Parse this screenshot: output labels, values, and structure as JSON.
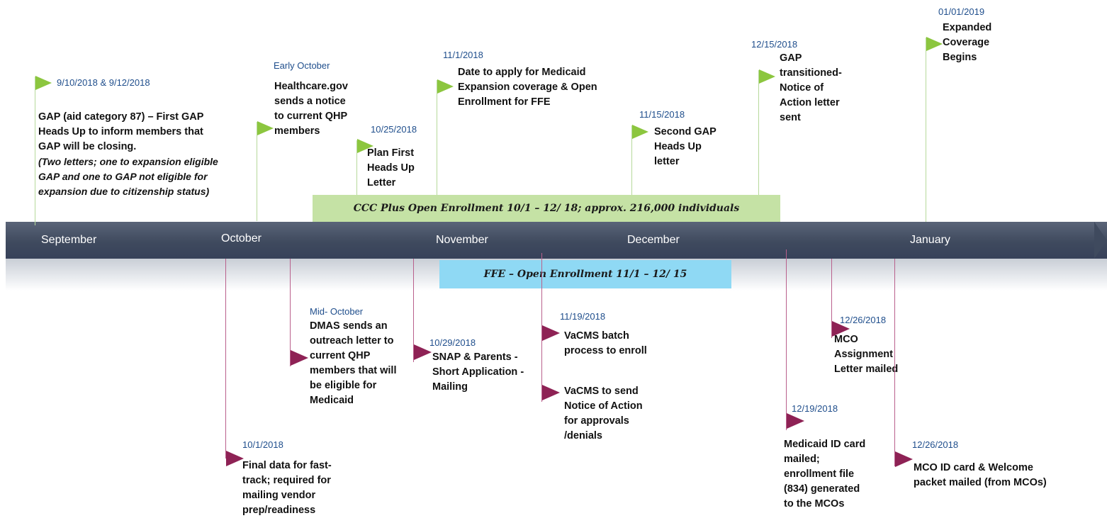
{
  "months": [
    "September",
    "October",
    "November",
    "December",
    "January"
  ],
  "enrollment": {
    "ccc_plus": "CCC Plus Open Enrollment 10/1 – 12/ 18; approx. 216,000 individuals",
    "ffe": "FFE – Open Enrollment 11/1 – 12/ 15"
  },
  "above": [
    {
      "date": "9/10/2018 & 9/12/2018",
      "text": "GAP (aid category 87) – First GAP\nHeads Up to inform members that\nGAP will be closing.",
      "note": "(Two letters; one to expansion eligible\nGAP and one to GAP not eligible for\nexpansion due to citizenship status)"
    },
    {
      "date": "Early October",
      "text": "Healthcare.gov\nsends a notice\nto current QHP\nmembers"
    },
    {
      "date": "10/25/2018",
      "text": "Plan First\nHeads Up\nLetter"
    },
    {
      "date": "11/1/2018",
      "text": "Date to apply for Medicaid\nExpansion coverage & Open\nEnrollment for FFE"
    },
    {
      "date": "11/15/2018",
      "text": "Second GAP\nHeads Up\nletter"
    },
    {
      "date": "12/15/2018",
      "text": "GAP\ntransitioned-\nNotice of\nAction letter\nsent"
    },
    {
      "date": "01/01/2019",
      "text": "Expanded\nCoverage\nBegins"
    }
  ],
  "below": [
    {
      "date": "10/1/2018",
      "text": "Final data for fast-\ntrack; required for\nmailing vendor\nprep/readiness"
    },
    {
      "date": "Mid- October",
      "text": "DMAS sends an\noutreach letter to\ncurrent QHP\nmembers that will\nbe eligible for\nMedicaid"
    },
    {
      "date": "10/29/2018",
      "text": "SNAP & Parents  -\nShort Application -\nMailing"
    },
    {
      "date": "11/19/2018",
      "text": "VaCMS batch\nprocess to enroll"
    },
    {
      "text": "VaCMS to send\nNotice of Action\nfor approvals\n/denials"
    },
    {
      "date": "12/19/2018",
      "text": "Medicaid ID card\nmailed;\nenrollment file\n(834) generated\nto the MCOs"
    },
    {
      "date": "12/26/2018",
      "text": "MCO\nAssignment\nLetter mailed"
    },
    {
      "date": "12/26/2018",
      "text": "MCO ID card & Welcome\npacket mailed  (from MCOs)"
    }
  ],
  "colors": {
    "bar": "#3f4a5e",
    "green_flag": "#8cc63f",
    "magenta_flag": "#8e2255",
    "green_band": "#c5e2a5",
    "blue_band": "#8fd9f4",
    "date_text": "#1f4e8c"
  }
}
